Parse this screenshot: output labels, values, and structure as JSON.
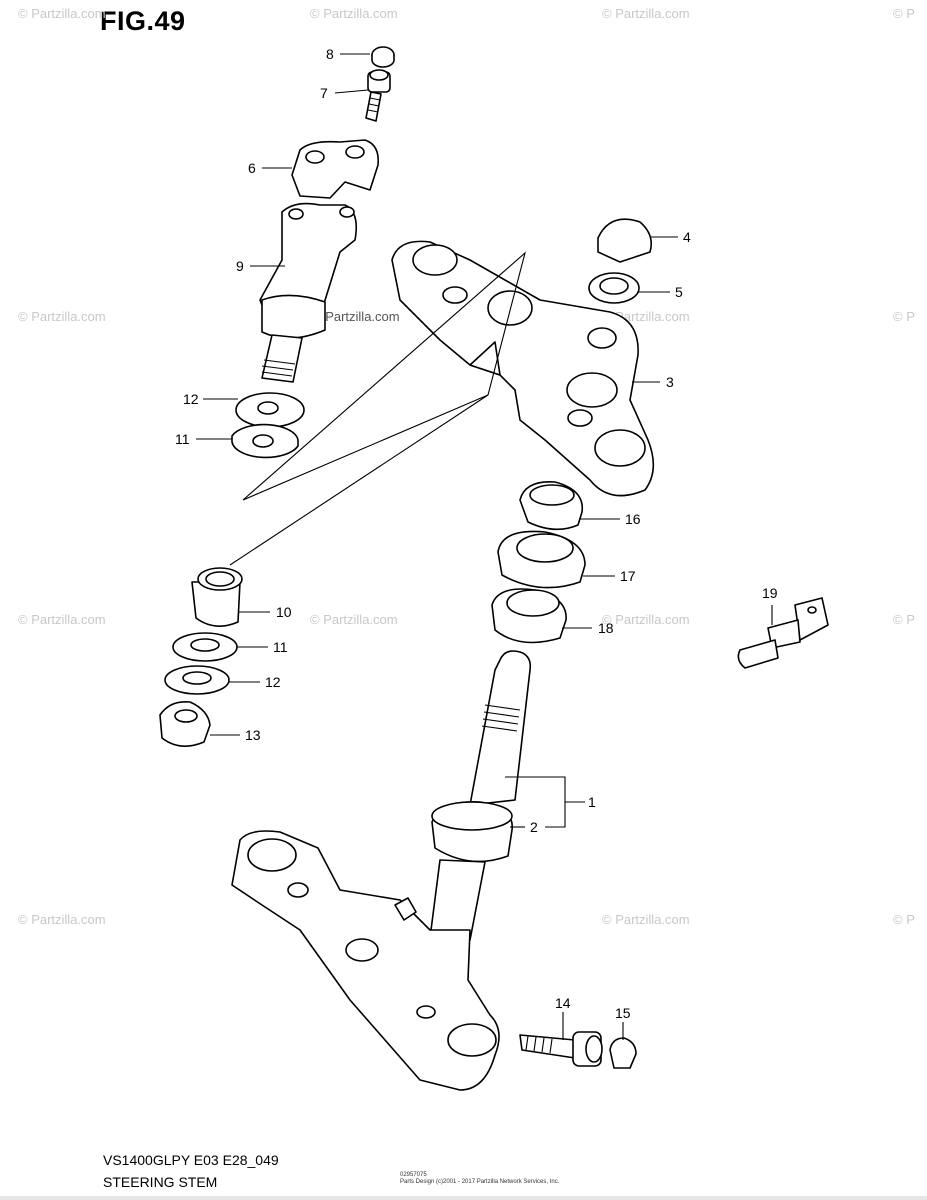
{
  "title": "FIG.49",
  "footer": {
    "model_code": "VS1400GLPY E03 E28_049",
    "section_name": "STEERING STEM",
    "small_print_1": "02957075",
    "small_print_2": "Parts Design (c)2001 - 2017 Partzilla Network Services, Inc."
  },
  "watermark": {
    "text": "© Partzilla.com",
    "short": "© P",
    "center": "© Partzilla.com"
  },
  "callouts": [
    "8",
    "7",
    "6",
    "9",
    "4",
    "5",
    "3",
    "12",
    "11",
    "16",
    "17",
    "10",
    "18",
    "19",
    "11",
    "12",
    "13",
    "1",
    "2",
    "14",
    "15"
  ]
}
